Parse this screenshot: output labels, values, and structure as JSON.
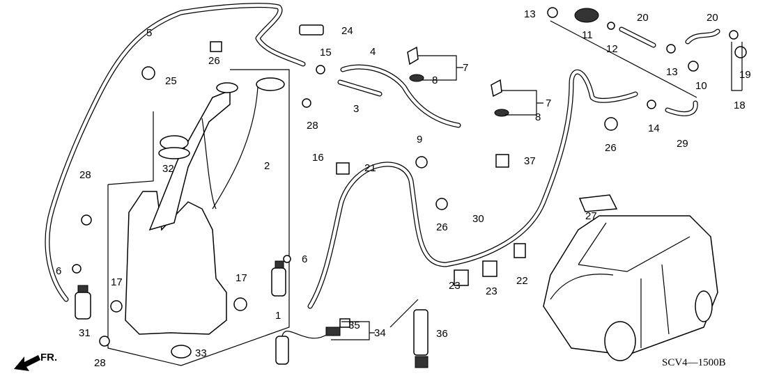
{
  "diagram_code": "SCV4—1500B",
  "direction_label": "FR.",
  "callouts": [
    "5",
    "24",
    "26",
    "25",
    "15",
    "4",
    "7",
    "8",
    "3",
    "28",
    "16",
    "2",
    "32",
    "7",
    "8",
    "13",
    "11",
    "12",
    "20",
    "20",
    "13",
    "10",
    "19",
    "18",
    "14",
    "26",
    "29",
    "9",
    "21",
    "37",
    "27",
    "26",
    "30",
    "28",
    "6",
    "6",
    "17",
    "17",
    "1",
    "31",
    "28",
    "33",
    "35",
    "34",
    "36",
    "23",
    "23",
    "22"
  ]
}
